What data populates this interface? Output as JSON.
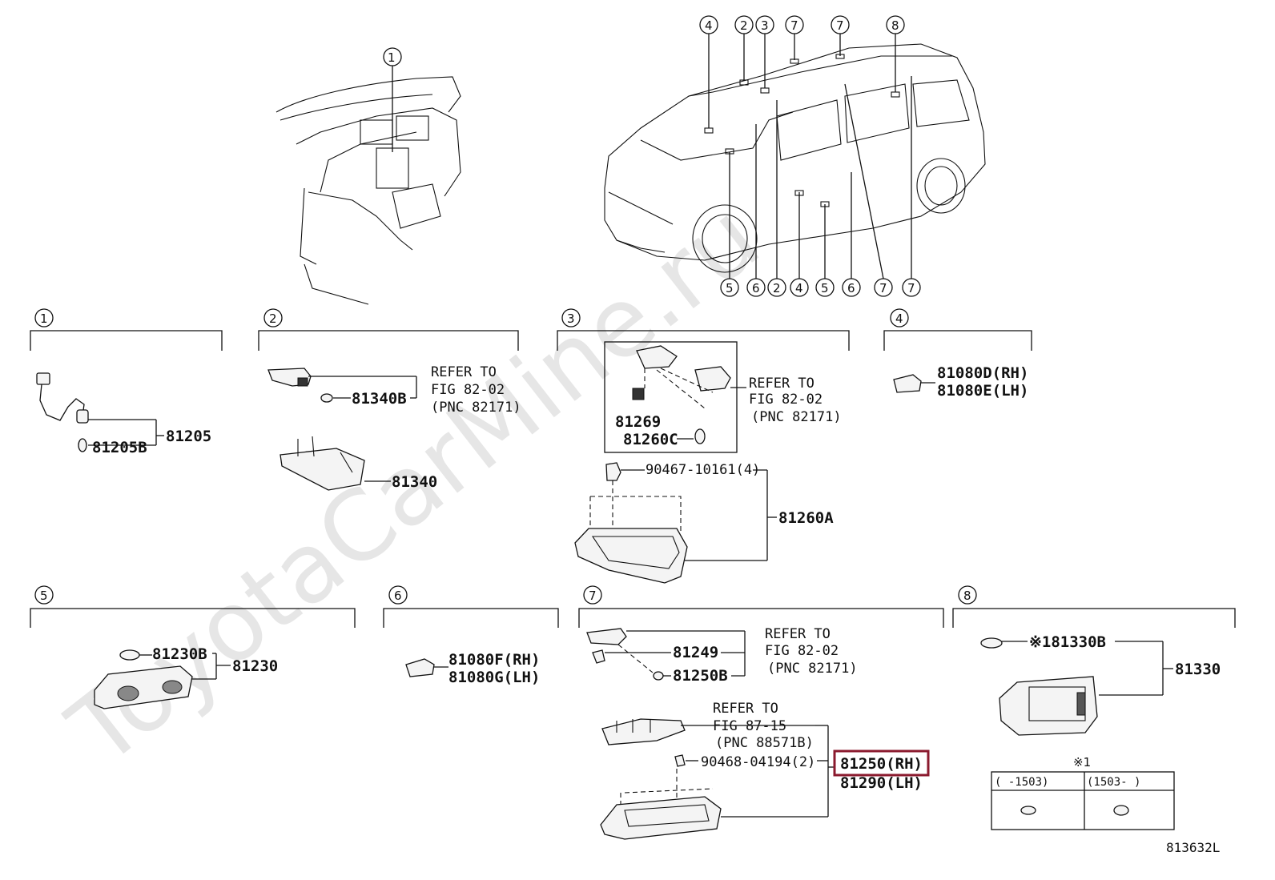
{
  "watermark": "ToyotaCarMine.ru",
  "diagram_id": "813632L",
  "callouts": {
    "c1": "①",
    "c2": "②",
    "c3": "③",
    "c4": "④",
    "c5": "⑤",
    "c6": "⑥",
    "c7": "⑦",
    "c8": "⑧"
  },
  "section1": {
    "p81205": "81205",
    "p81205b": "81205B"
  },
  "section2": {
    "p81340b": "81340B",
    "p81340": "81340",
    "refer": "REFER TO",
    "fig": "FIG 82-02",
    "pnc": "(PNC 82171)"
  },
  "section3": {
    "p81269": "81269",
    "p81260c": "81260C",
    "refer": "REFER TO",
    "fig": "FIG 82-02",
    "pnc": "(PNC 82171)",
    "screw": "90467-10161(4)",
    "p81260a": "81260A"
  },
  "section4": {
    "rh": "81080D(RH)",
    "lh": "81080E(LH)"
  },
  "section5": {
    "p81230b": "81230B",
    "p81230": "81230"
  },
  "section6": {
    "rh": "81080F(RH)",
    "lh": "81080G(LH)"
  },
  "section7": {
    "p81249": "81249",
    "p81250b": "81250B",
    "refer": "REFER TO",
    "fig": "FIG 82-02",
    "pnc": "(PNC 82171)",
    "refer2": "REFER TO",
    "fig2": "FIG 87-15",
    "pnc2": "(PNC 88571B)",
    "screw": "90468-04194(2)",
    "rh": "81250(RH)",
    "lh": "81290(LH)"
  },
  "section8": {
    "p81330b": "※181330B",
    "p81330": "81330",
    "note": "※1",
    "col1": "(      -1503)",
    "col2": "(1503-      )"
  },
  "highlight_color": "#8b1a2e"
}
